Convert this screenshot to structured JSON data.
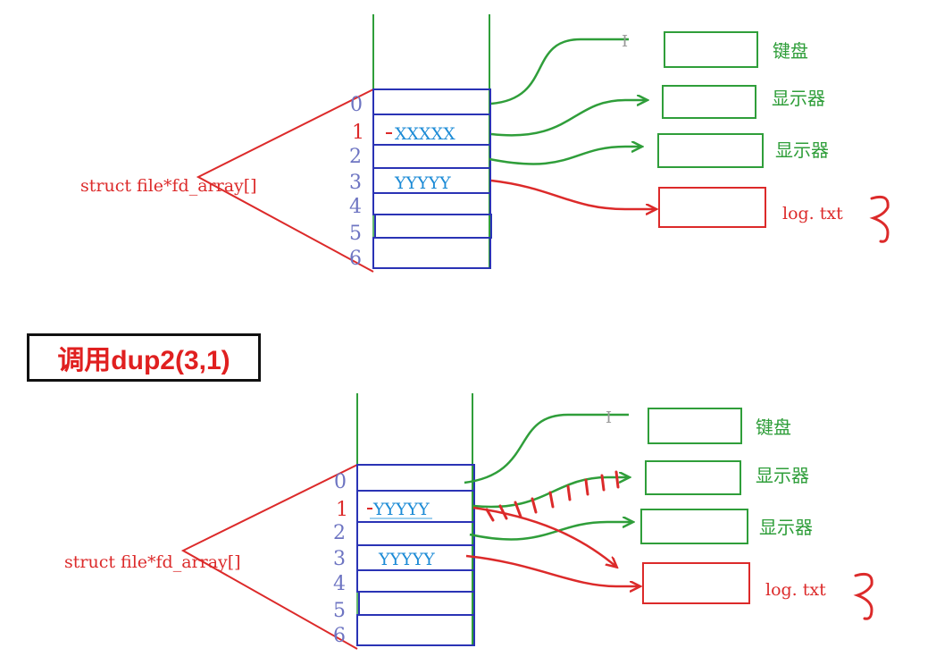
{
  "colors": {
    "red": "#dc2a2a",
    "green": "#2f9e3a",
    "blue": "#2a33b5",
    "slot_text": "#1c8bd6",
    "index_digits": "#6d74c2",
    "caption": "#e02020"
  },
  "caption": "调用dup2(3,1)",
  "panels": [
    {
      "array_label": "struct file*fd_array[]",
      "slot1_value": "XXXXX",
      "slot3_value": "YYYYY",
      "indices": [
        "0",
        "1",
        "2",
        "3",
        "4",
        "5",
        "6"
      ],
      "files": [
        "键盘",
        "显示器",
        "显示器",
        "log. txt"
      ]
    },
    {
      "array_label": "struct file*fd_array[]",
      "slot1_value": "YYYYY",
      "slot3_value": "YYYYY",
      "indices": [
        "0",
        "1",
        "2",
        "3",
        "4",
        "5",
        "6"
      ],
      "files": [
        "键盘",
        "显示器",
        "显示器",
        "log. txt"
      ]
    }
  ]
}
